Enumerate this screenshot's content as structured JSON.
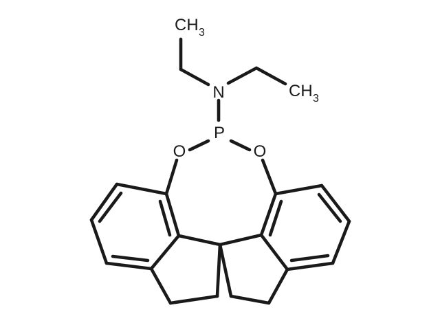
{
  "molecule": {
    "atoms": {
      "n": "N",
      "p": "P",
      "o_left": "O",
      "o_right": "O",
      "ch3_top": {
        "main": "CH",
        "sub": "3"
      },
      "ch3_right": {
        "main": "CH",
        "sub": "3"
      }
    }
  }
}
